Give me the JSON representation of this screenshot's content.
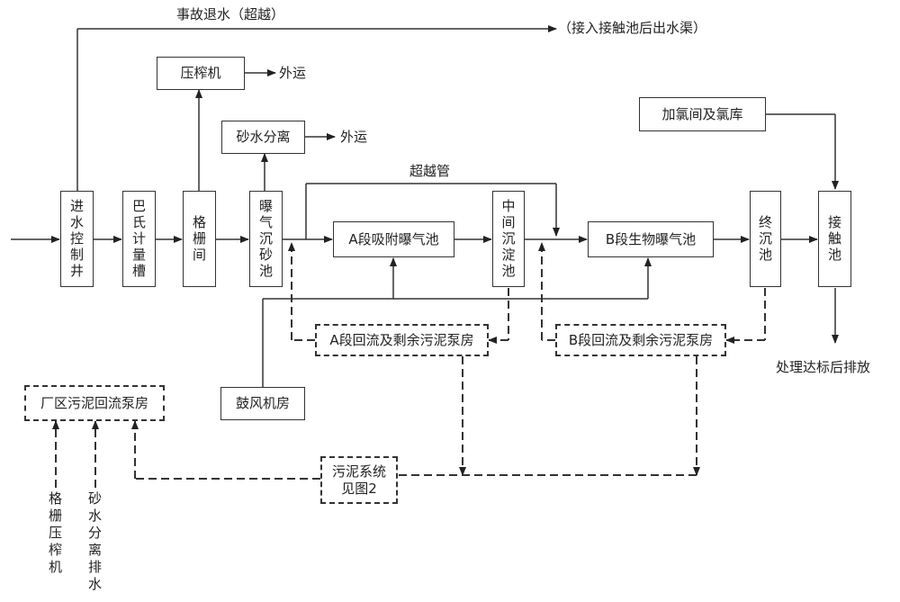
{
  "top": {
    "overflow_label": "事故退水（超越）",
    "overflow_dest": "（接入接触池后出水渠）"
  },
  "processes": {
    "inlet_well": "进水控制井",
    "parshall": "巴氏计量槽",
    "screen": "格栅间",
    "grit": "曝气沉砂池",
    "a_aeration": "A段吸附曝气池",
    "mid_settle": "中间沉淀池",
    "b_aeration": "B段生物曝气池",
    "final_settle": "终沉池",
    "contact": "接触池",
    "press": "压榨机",
    "sand_sep": "砂水分离",
    "chlorine": "加氯间及氯库",
    "blower": "鼓风机房",
    "a_pump": "A段回流及剩余污泥泵房",
    "b_pump": "B段回流及剩余污泥泵房",
    "plant_pump": "厂区污泥回流泵房",
    "sludge_sys": "污泥系统见图2"
  },
  "labels": {
    "export_1": "外运",
    "export_2": "外运",
    "bypass": "超越管",
    "discharge": "处理达标后排放",
    "press_feed": "格栅压榨机",
    "sand_feed": "砂水分离排水"
  }
}
